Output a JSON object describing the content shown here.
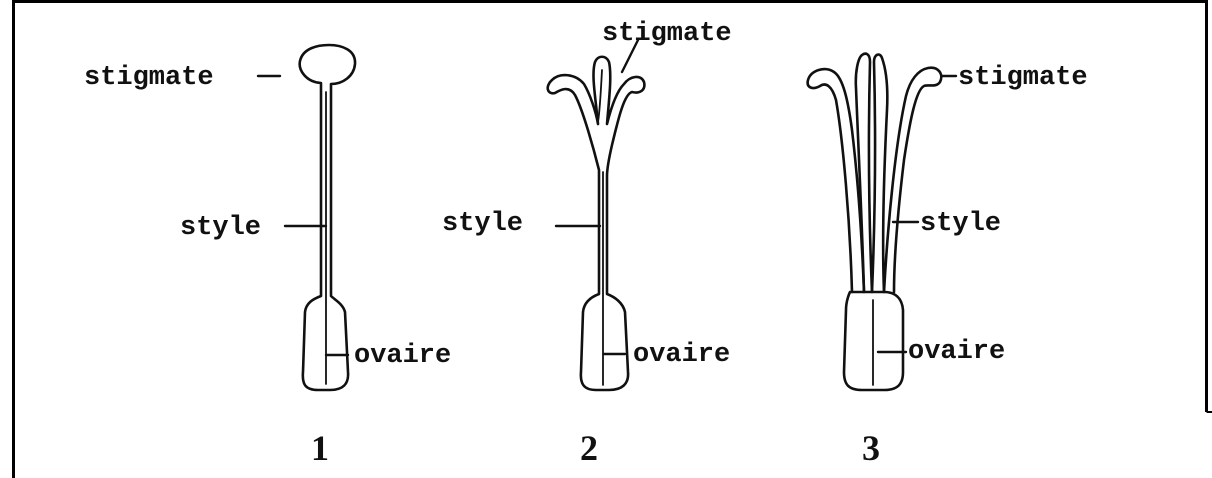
{
  "figures": [
    {
      "number": "1",
      "labels": {
        "stigma": "stigmate",
        "style": "style",
        "ovary": "ovaire"
      }
    },
    {
      "number": "2",
      "labels": {
        "stigma": "stigmate",
        "style": "style",
        "ovary": "ovaire"
      }
    },
    {
      "number": "3",
      "labels": {
        "stigma": "stigmate",
        "style": "style",
        "ovary": "ovaire"
      }
    }
  ],
  "colors": {
    "ink": "#111111",
    "background": "#ffffff",
    "frame": "#000000"
  }
}
